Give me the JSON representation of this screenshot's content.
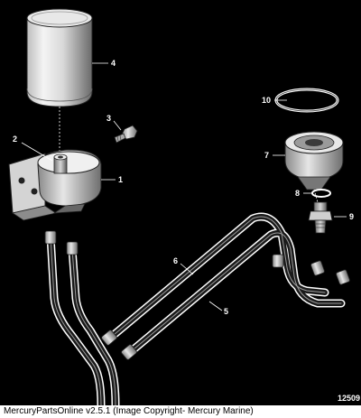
{
  "diagram": {
    "callouts": {
      "c1": "1",
      "c2": "2",
      "c3": "3",
      "c4": "4",
      "c5": "5",
      "c6": "6",
      "c7": "7",
      "c8": "8",
      "c9": "9",
      "c10": "10"
    },
    "figure_number": "12509"
  },
  "footer": {
    "text": "MercuryPartsOnline v2.5.1 (Image Copyright- Mercury Marine)"
  }
}
